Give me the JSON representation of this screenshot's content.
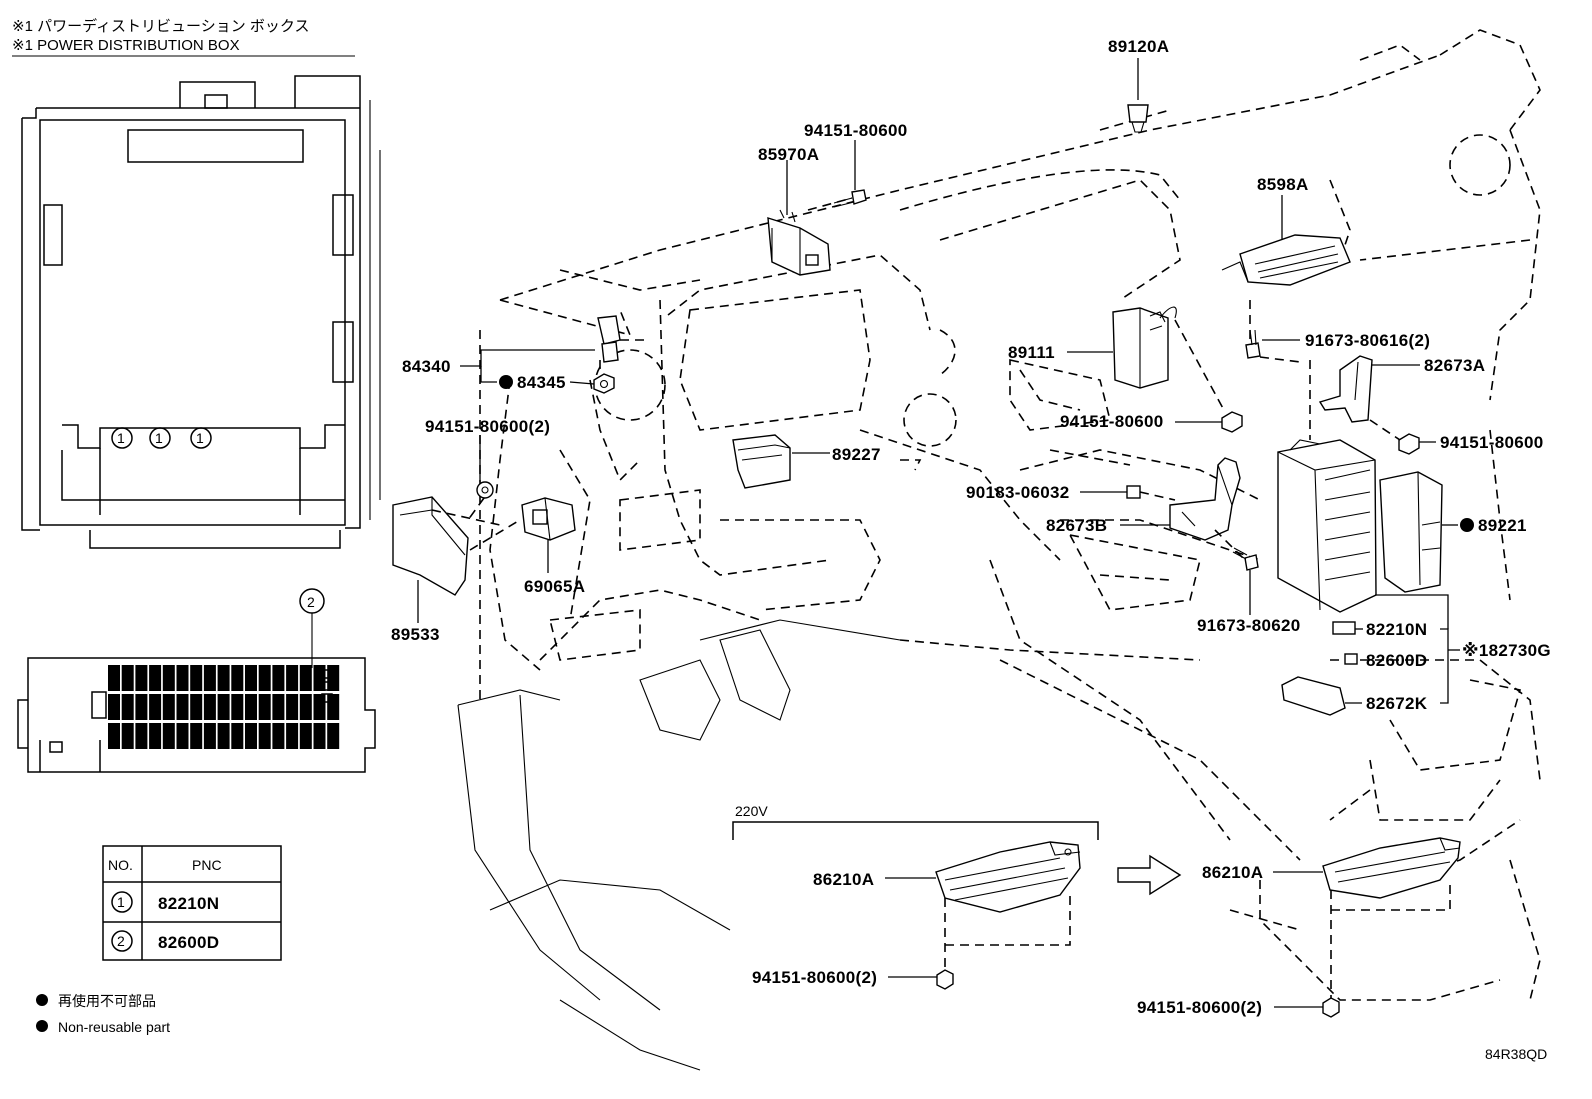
{
  "header": {
    "line_jp": "※1  パワーディストリビューション ボックス",
    "line_en": "※1  POWER DISTRIBUTION BOX"
  },
  "box_markers": {
    "one": "1",
    "two": "2"
  },
  "labels": {
    "p89120A": "89120A",
    "p94151_80600_top": "94151-80600",
    "p85970A": "85970A",
    "p8598A": "8598A",
    "p84340": "84340",
    "p84345": "84345",
    "p94151_80600_2_left": "94151-80600(2)",
    "p89533": "89533",
    "p69065A": "69065A",
    "p89227": "89227",
    "p89111": "89111",
    "p94151_80600_mid": "94151-80600",
    "p91673_80616_2": "91673-80616(2)",
    "p82673A": "82673A",
    "p94151_80600_right": "94151-80600",
    "p90183_06032": "90183-06032",
    "p82673B": "82673B",
    "p89221": "89221",
    "p91673_80620": "91673-80620",
    "p82210N": "82210N",
    "p82600D": "82600D",
    "p182730G": "※182730G",
    "p82672K": "82672K",
    "v220": "220V",
    "p86210A_left": "86210A",
    "p86210A_right": "86210A",
    "p94151_80600_2_bl": "94151-80600(2)",
    "p94151_80600_2_br": "94151-80600(2)"
  },
  "pnc_table": {
    "headers": [
      "NO.",
      "PNC"
    ],
    "rows": [
      {
        "no": "1",
        "pnc": "82210N"
      },
      {
        "no": "2",
        "pnc": "82600D"
      }
    ]
  },
  "legend": {
    "jp": "再使用不可部品",
    "en": "Non-reusable part"
  },
  "diagram_code": "84R38QD"
}
